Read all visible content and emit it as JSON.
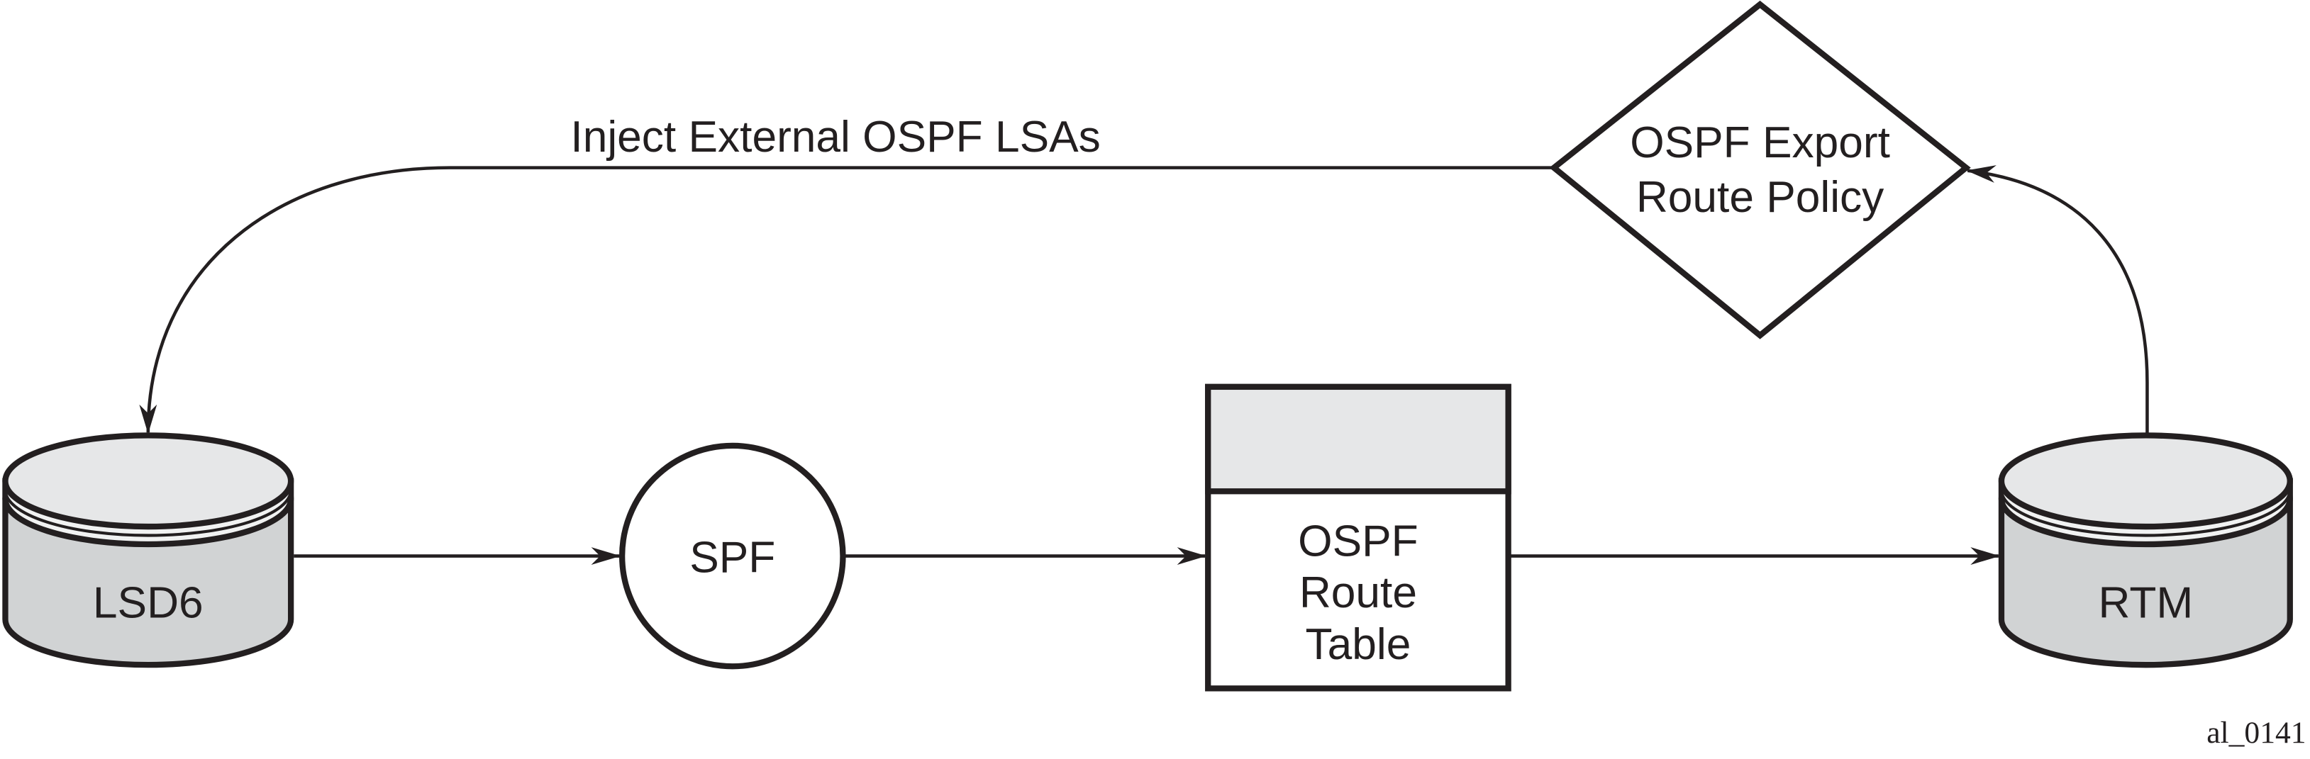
{
  "nodes": {
    "lsd6": "LSD6",
    "spf": "SPF",
    "route_table": [
      "OSPF",
      "Route",
      "Table"
    ],
    "rtm": "RTM",
    "policy": [
      "OSPF Export",
      "Route Policy"
    ]
  },
  "edge_label": "Inject External OSPF LSAs",
  "figure_id": "al_0141",
  "colors": {
    "line": "#231f20",
    "cylinder_top": "#e6e7e8",
    "cylinder_body": "#d1d3d4",
    "ring": "#f1f2f2",
    "table_header": "#e6e7e8"
  }
}
